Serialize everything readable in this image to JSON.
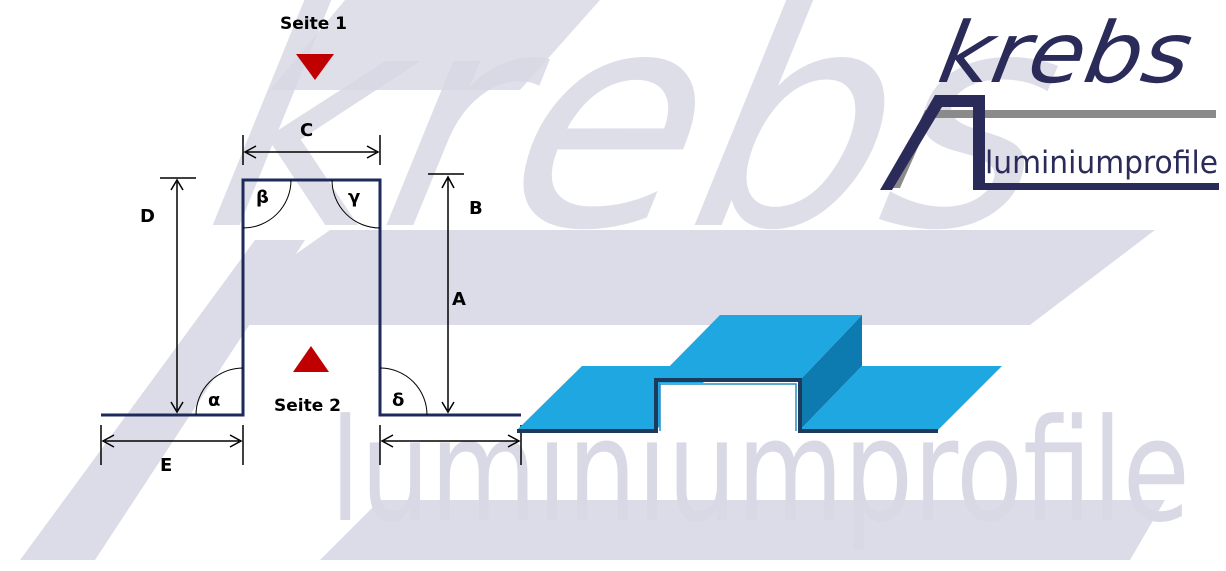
{
  "watermark": {
    "brand_word": "krebs",
    "sub_word": "luminiumprofile"
  },
  "logo": {
    "brand_word": "krebs",
    "sub_word": "luminiumprofile"
  },
  "sides": {
    "side1": "Seite 1",
    "side2": "Seite 2"
  },
  "dimensions": {
    "A": "A",
    "B": "B",
    "C": "C",
    "D": "D",
    "E": "E"
  },
  "angles": {
    "alpha": "α",
    "beta": "β",
    "gamma": "γ",
    "delta": "δ"
  },
  "colors": {
    "profile_line": "#1f2a5c",
    "marker": "#c00000",
    "watermark": "#d9d9e6",
    "logo_dark": "#2b2b5a",
    "logo_shadow": "#7a7a7a",
    "part_top": "#1ea7e1",
    "part_side": "#0e7bb0",
    "part_edge": "#1b3a5c"
  }
}
